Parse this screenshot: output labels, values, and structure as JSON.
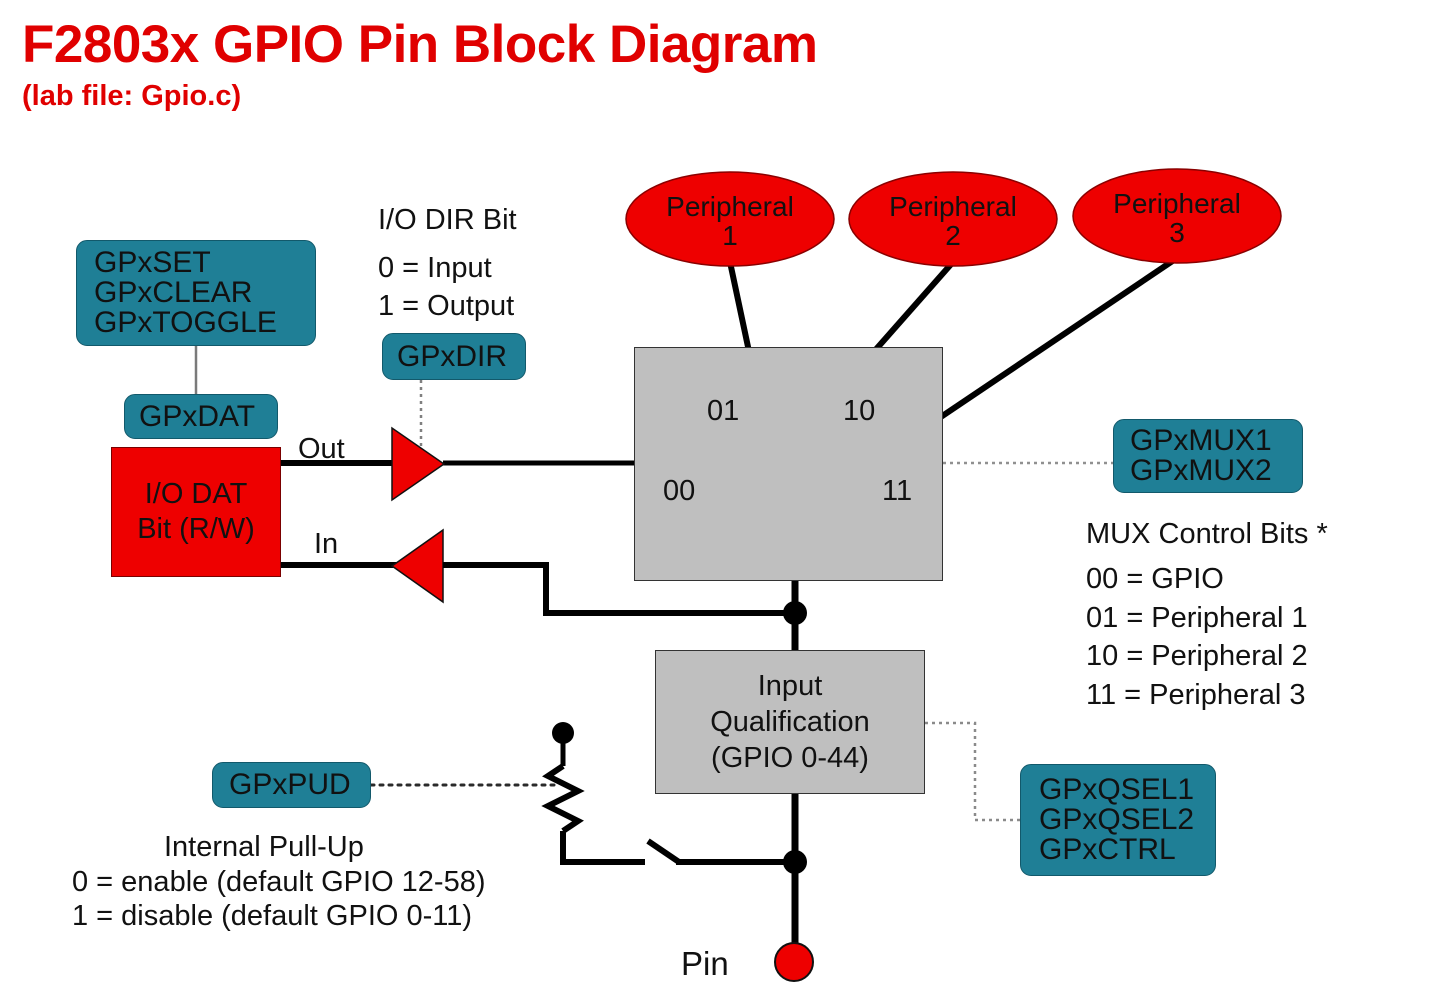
{
  "header": {
    "title": "F2803x GPIO Pin Block Diagram",
    "subtitle": "(lab file: Gpio.c)"
  },
  "colors": {
    "title_red": "#E00000",
    "block_red": "#EE0000",
    "register_teal": "#1F7F96",
    "mux_gray": "#BFBFBF",
    "wire_black": "#000000"
  },
  "registers": {
    "set_clear_toggle": {
      "lines": [
        "GPxSET",
        "GPxCLEAR",
        "GPxTOGGLE"
      ]
    },
    "dat": {
      "label": "GPxDAT"
    },
    "dir": {
      "label": "GPxDIR"
    },
    "mux": {
      "lines": [
        "GPxMUX1",
        "GPxMUX2"
      ]
    },
    "qsel": {
      "lines": [
        "GPxQSEL1",
        "GPxQSEL2",
        "GPxCTRL"
      ]
    },
    "pud": {
      "label": "GPxPUD"
    }
  },
  "io_dat_block": {
    "line1": "I/O DAT",
    "line2": "Bit (R/W)"
  },
  "dir_bit": {
    "heading": "I/O DIR Bit",
    "options": [
      "0 = Input",
      "1 = Output"
    ]
  },
  "buffers": {
    "out_label": "Out",
    "in_label": "In"
  },
  "peripherals": [
    {
      "name": "Peripheral",
      "index": "1"
    },
    {
      "name": "Peripheral",
      "index": "2"
    },
    {
      "name": "Peripheral",
      "index": "3"
    }
  ],
  "mux_box": {
    "codes": [
      "00",
      "01",
      "10",
      "11"
    ]
  },
  "mux_legend": {
    "heading": "MUX Control Bits *",
    "entries": [
      "00 = GPIO",
      "01 = Peripheral 1",
      "10 = Peripheral 2",
      "11 = Peripheral 3"
    ]
  },
  "input_qualification": {
    "line1": "Input",
    "line2": "Qualification",
    "line3": "(GPIO 0-44)"
  },
  "pullup": {
    "heading": "Internal Pull-Up",
    "options": [
      "0 = enable (default GPIO 12-58)",
      "1 = disable (default GPIO 0-11)"
    ]
  },
  "pin": {
    "label": "Pin"
  }
}
